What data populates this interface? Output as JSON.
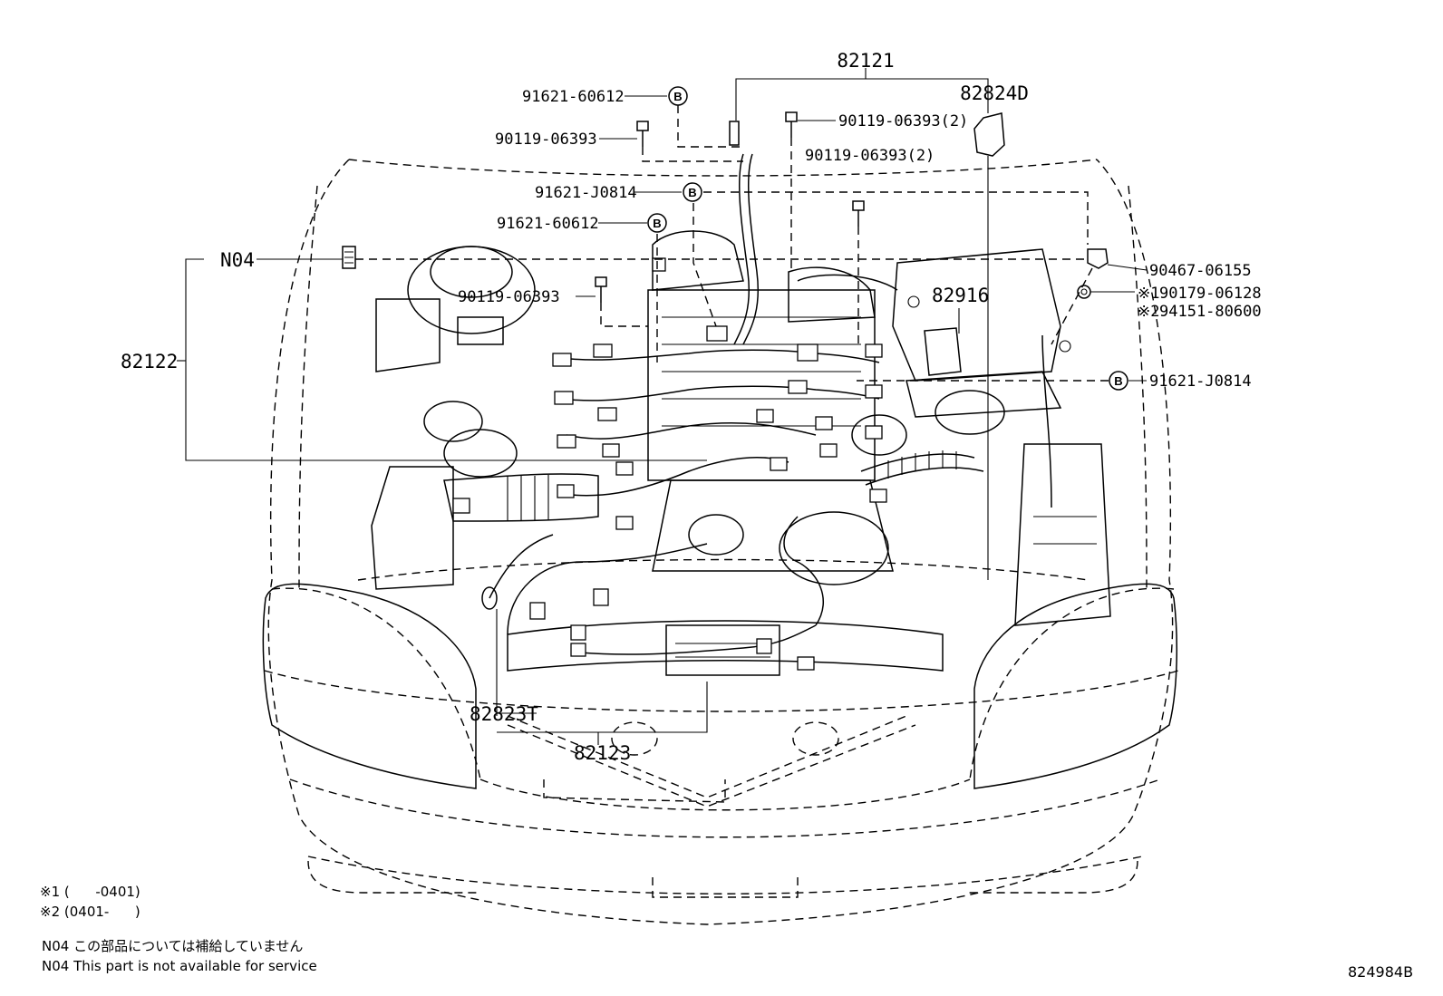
{
  "diagram": {
    "assembly_labels": {
      "harness_main": "82121",
      "connector_d": "82824D",
      "harness_left": "82122",
      "ecu_part": "82916",
      "connector_t": "82823T",
      "harness_front": "82123",
      "part_n04": "N04"
    },
    "fasteners": [
      {
        "part_no": "91621-60612",
        "badge": "B"
      },
      {
        "part_no": "90119-06393"
      },
      {
        "part_no": "90119-06393(2)"
      },
      {
        "part_no": "90119-06393(2)"
      },
      {
        "part_no": "91621-J0814",
        "badge": "B"
      },
      {
        "part_no": "91621-60612",
        "badge": "B"
      },
      {
        "part_no": "90119-06393"
      },
      {
        "part_no": "90467-06155"
      },
      {
        "part_no": "90179-06128",
        "mark": "※1"
      },
      {
        "part_no": "94151-80600",
        "mark": "※2"
      },
      {
        "part_no": "91621-J0814",
        "badge": "B"
      }
    ],
    "notes": {
      "note1": "※1 (      -0401)",
      "note2": "※2 (0401-      )",
      "n04_jp": "N04 この部品については補給していません",
      "n04_en": "N04 This part is not available for service"
    },
    "drawing_number": "824984B"
  }
}
